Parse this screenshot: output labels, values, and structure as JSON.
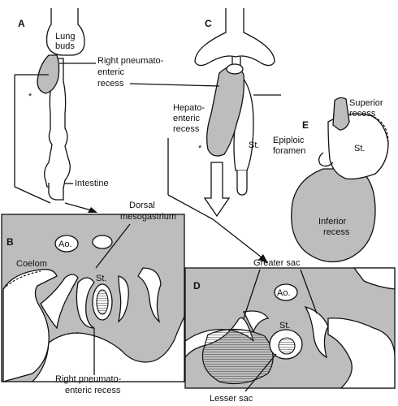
{
  "panels": {
    "A": {
      "label": "A",
      "lung_buds": [
        "Lung",
        "buds"
      ],
      "right_pneumatoenteric": [
        "Right pneumato-",
        "enteric",
        "recess"
      ],
      "intestine": "Intestine",
      "asterisk": "*"
    },
    "B": {
      "label": "B",
      "dorsal_mesogastrium": [
        "Dorsal",
        "mesogastrium"
      ],
      "ao": "Ao.",
      "coelom": "Coelom",
      "st": "St.",
      "right_pneumatoenteric": [
        "Right pneumato-",
        "enteric recess"
      ]
    },
    "C": {
      "label": "C",
      "hepatoenteric": [
        "Hepato-",
        "enteric",
        "recess"
      ],
      "st": "St.",
      "asterisk": "*"
    },
    "D": {
      "label": "D",
      "greater_sac": "Greater sac",
      "ao": "Ao.",
      "st": "St.",
      "lesser_sac": "Lesser sac"
    },
    "E": {
      "label": "E",
      "superior_recess": [
        "Superior",
        "recess"
      ],
      "epiploic_foramen": [
        "Epiploic",
        "foramen"
      ],
      "st": "St.",
      "inferior_recess": [
        "Inferior",
        "recess"
      ]
    }
  },
  "colors": {
    "shade": "#bdbdbd",
    "line": "#111111",
    "background": "#ffffff"
  }
}
